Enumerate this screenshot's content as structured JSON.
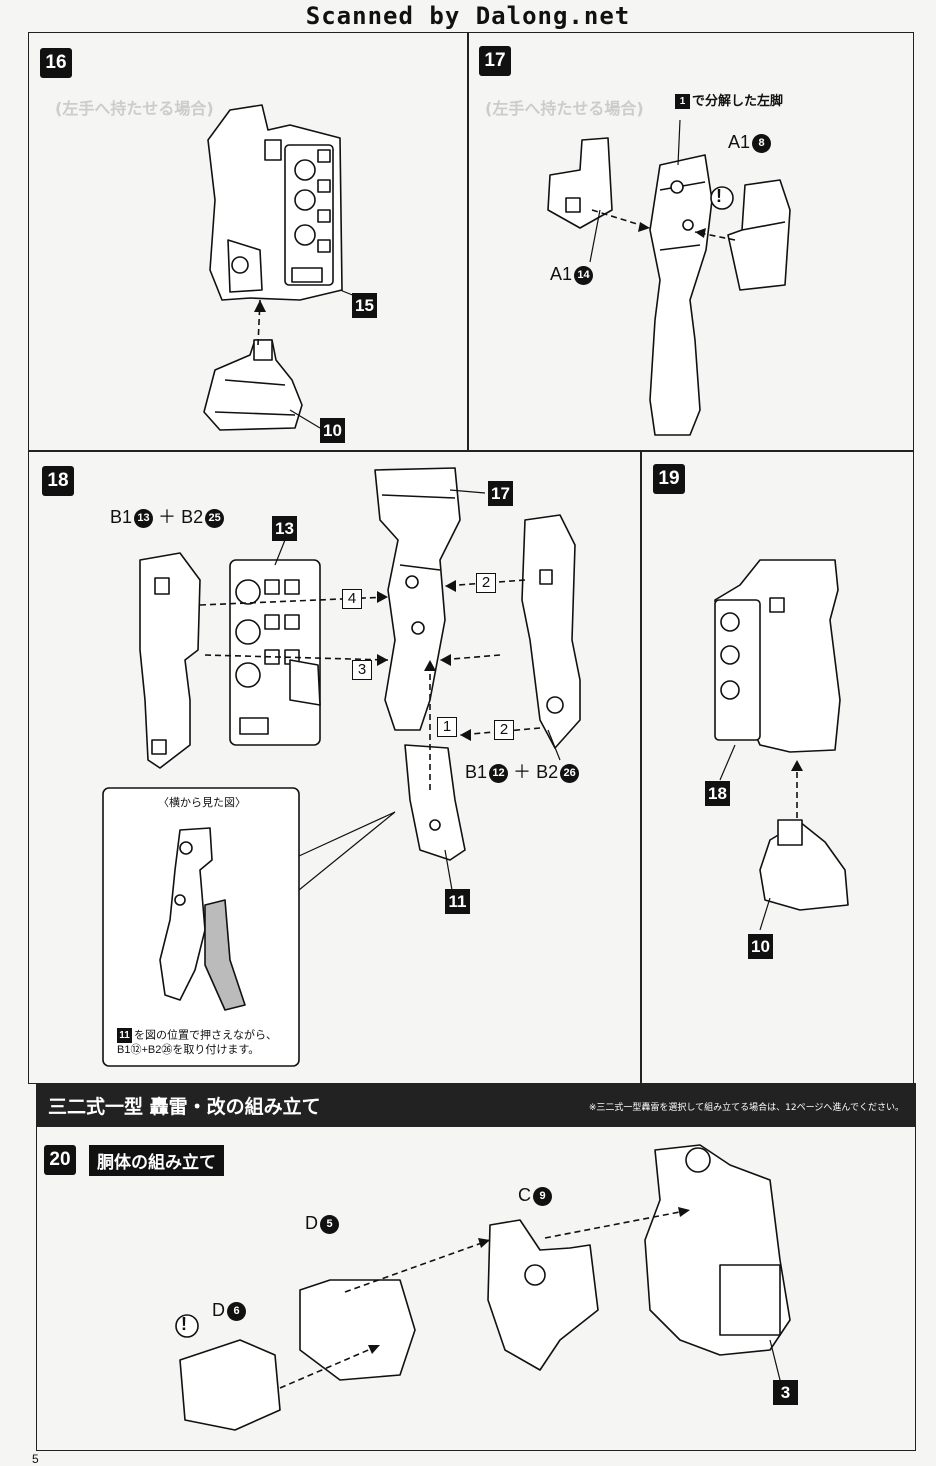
{
  "header": "Scanned by Dalong.net",
  "steps": {
    "s16": {
      "num": "16",
      "callouts": [
        "15",
        "10"
      ]
    },
    "s17": {
      "num": "17",
      "note_num": "1",
      "note": "で分解した左脚",
      "a1_8": "A1",
      "a1_8_n": "8",
      "a1_14": "A1",
      "a1_14_n": "14"
    },
    "s18": {
      "num": "18",
      "b1_13": "B1",
      "b1_13_n": "13",
      "plus1": "＋",
      "b2_25": "B2",
      "b2_25_n": "25",
      "callouts": [
        "13",
        "17",
        "11"
      ],
      "arrows": [
        "4",
        "2",
        "3",
        "1",
        "2"
      ],
      "b1_12": "B1",
      "b1_12_n": "12",
      "plus2": "＋",
      "b2_26": "B2",
      "b2_26_n": "26",
      "side_view": "〈横から見た図〉",
      "inst_num": "11",
      "inst_line1": "を図の位置で押さえながら、",
      "inst_line2": "B1⑫+B2㉖を取り付けます。"
    },
    "s19": {
      "num": "19",
      "callouts": [
        "18",
        "10"
      ]
    },
    "s20": {
      "num": "20",
      "subtitle": "胴体の組み立て",
      "d5": "D",
      "d5_n": "5",
      "c9": "C",
      "c9_n": "9",
      "d6": "D",
      "d6_n": "6",
      "callouts": [
        "3"
      ]
    }
  },
  "banner": {
    "title": "三二式一型 轟雷・改の組み立て",
    "note": "※三二式一型轟雷を選択して組み立てる場合は、12ページへ進んでください。"
  },
  "page_number": "5"
}
